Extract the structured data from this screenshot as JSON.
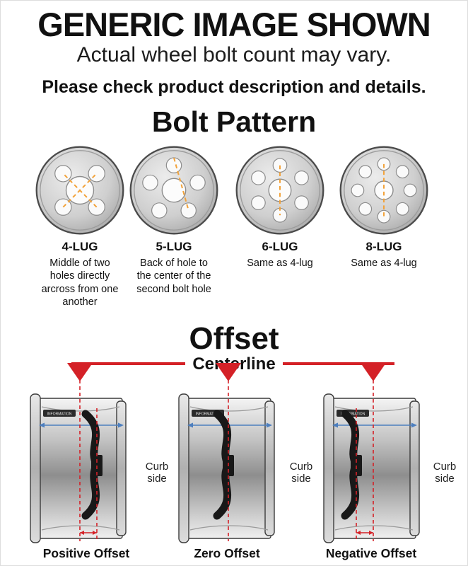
{
  "header": {
    "title": "GENERIC IMAGE SHOWN",
    "subtitle": "Actual wheel bolt count may vary.",
    "note": "Please check product description and details."
  },
  "bolt_pattern": {
    "heading": "Bolt Pattern",
    "patterns": [
      {
        "label": "4-LUG",
        "lugs": 4,
        "description": "Middle of two holes directly arcross from one another"
      },
      {
        "label": "5-LUG",
        "lugs": 5,
        "description": "Back of hole to the center of the second bolt hole"
      },
      {
        "label": "6-LUG",
        "lugs": 6,
        "description": "Same as 4-lug"
      },
      {
        "label": "8-LUG",
        "lugs": 8,
        "description": "Same as 4-lug"
      }
    ]
  },
  "offset": {
    "heading": "Offset",
    "centerline_label": "Centerline",
    "curb_side_label": "Curb side",
    "watermark": "INFORMATION",
    "types": [
      {
        "label": "Positive Offset",
        "key": "positive"
      },
      {
        "label": "Zero Offset",
        "key": "zero"
      },
      {
        "label": "Negative Offset",
        "key": "negative"
      }
    ]
  },
  "colors": {
    "red": "#d42127",
    "blue": "#4d7fbf",
    "dash_orange": "#f2a33c",
    "spoke_dark": "#181818"
  }
}
